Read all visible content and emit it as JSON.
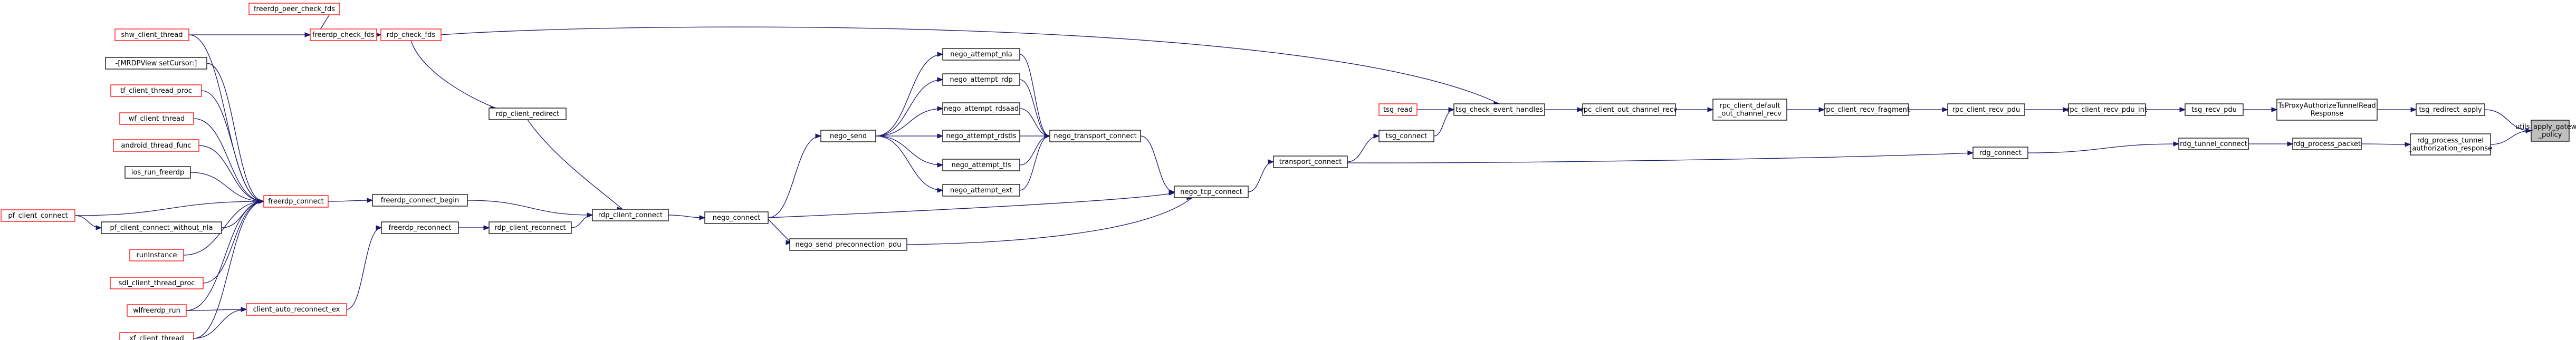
{
  "diagram": {
    "nodes": [
      {
        "id": "utils_apply_gateway_policy",
        "lines": [
          "utils_apply_gateway",
          "_policy"
        ],
        "style": "root"
      },
      {
        "id": "tsg_redirect_apply",
        "lines": [
          "tsg_redirect_apply"
        ],
        "style": "normal"
      },
      {
        "id": "rdg_process_tunnel_authorization_response",
        "lines": [
          "rdg_process_tunnel",
          "_authorization_response"
        ],
        "style": "normal"
      },
      {
        "id": "TsProxyAuthorizeTunnelReadResponse",
        "lines": [
          "TsProxyAuthorizeTunnelRead",
          "Response"
        ],
        "style": "normal"
      },
      {
        "id": "rdg_process_packet",
        "lines": [
          "rdg_process_packet"
        ],
        "style": "normal"
      },
      {
        "id": "tsg_recv_pdu",
        "lines": [
          "tsg_recv_pdu"
        ],
        "style": "normal"
      },
      {
        "id": "rdg_tunnel_connect",
        "lines": [
          "rdg_tunnel_connect"
        ],
        "style": "normal"
      },
      {
        "id": "rpc_client_recv_pdu_int",
        "lines": [
          "rpc_client_recv_pdu_int"
        ],
        "style": "normal"
      },
      {
        "id": "rdg_connect",
        "lines": [
          "rdg_connect"
        ],
        "style": "normal"
      },
      {
        "id": "rpc_client_recv_pdu",
        "lines": [
          "rpc_client_recv_pdu"
        ],
        "style": "normal"
      },
      {
        "id": "rpc_client_recv_fragment",
        "lines": [
          "rpc_client_recv_fragment"
        ],
        "style": "normal"
      },
      {
        "id": "rpc_client_default_out_channel_recv",
        "lines": [
          "rpc_client_default",
          "_out_channel_recv"
        ],
        "style": "normal"
      },
      {
        "id": "rpc_client_out_channel_recv",
        "lines": [
          "rpc_client_out_channel_recv"
        ],
        "style": "normal"
      },
      {
        "id": "tsg_check_event_handles",
        "lines": [
          "tsg_check_event_handles"
        ],
        "style": "normal"
      },
      {
        "id": "tsg_read",
        "lines": [
          "tsg_read"
        ],
        "style": "ext"
      },
      {
        "id": "tsg_connect",
        "lines": [
          "tsg_connect"
        ],
        "style": "normal"
      },
      {
        "id": "transport_connect",
        "lines": [
          "transport_connect"
        ],
        "style": "normal"
      },
      {
        "id": "nego_tcp_connect",
        "lines": [
          "nego_tcp_connect"
        ],
        "style": "normal"
      },
      {
        "id": "nego_transport_connect",
        "lines": [
          "nego_transport_connect"
        ],
        "style": "normal"
      },
      {
        "id": "nego_attempt_nla",
        "lines": [
          "nego_attempt_nla"
        ],
        "style": "normal"
      },
      {
        "id": "nego_attempt_rdp",
        "lines": [
          "nego_attempt_rdp"
        ],
        "style": "normal"
      },
      {
        "id": "nego_attempt_rdsaad",
        "lines": [
          "nego_attempt_rdsaad"
        ],
        "style": "normal"
      },
      {
        "id": "nego_attempt_rdstls",
        "lines": [
          "nego_attempt_rdstls"
        ],
        "style": "normal"
      },
      {
        "id": "nego_attempt_tls",
        "lines": [
          "nego_attempt_tls"
        ],
        "style": "normal"
      },
      {
        "id": "nego_attempt_ext",
        "lines": [
          "nego_attempt_ext"
        ],
        "style": "normal"
      },
      {
        "id": "nego_send",
        "lines": [
          "nego_send"
        ],
        "style": "normal"
      },
      {
        "id": "nego_connect",
        "lines": [
          "nego_connect"
        ],
        "style": "normal"
      },
      {
        "id": "nego_send_preconnection_pdu",
        "lines": [
          "nego_send_preconnection_pdu"
        ],
        "style": "normal"
      },
      {
        "id": "rdp_client_connect",
        "lines": [
          "rdp_client_connect"
        ],
        "style": "normal"
      },
      {
        "id": "rdp_client_redirect",
        "lines": [
          "rdp_client_redirect"
        ],
        "style": "normal"
      },
      {
        "id": "rdp_client_reconnect",
        "lines": [
          "rdp_client_reconnect"
        ],
        "style": "normal"
      },
      {
        "id": "rdp_check_fds",
        "lines": [
          "rdp_check_fds"
        ],
        "style": "ext"
      },
      {
        "id": "freerdp_check_fds",
        "lines": [
          "freerdp_check_fds"
        ],
        "style": "ext"
      },
      {
        "id": "freerdp_peer_check_fds",
        "lines": [
          "freerdp_peer_check_fds"
        ],
        "style": "ext"
      },
      {
        "id": "shw_client_thread",
        "lines": [
          "shw_client_thread"
        ],
        "style": "ext"
      },
      {
        "id": "freerdp_connect_begin",
        "lines": [
          "freerdp_connect_begin"
        ],
        "style": "normal"
      },
      {
        "id": "freerdp_reconnect",
        "lines": [
          "freerdp_reconnect"
        ],
        "style": "normal"
      },
      {
        "id": "freerdp_connect",
        "lines": [
          "freerdp_connect"
        ],
        "style": "ext"
      },
      {
        "id": "client_auto_reconnect_ex",
        "lines": [
          "client_auto_reconnect_ex"
        ],
        "style": "ext"
      },
      {
        "id": "MRDPView_setCursor",
        "lines": [
          "-[MRDPView setCursor:]"
        ],
        "style": "normal"
      },
      {
        "id": "tf_client_thread_proc",
        "lines": [
          "tf_client_thread_proc"
        ],
        "style": "ext"
      },
      {
        "id": "wf_client_thread",
        "lines": [
          "wf_client_thread"
        ],
        "style": "ext"
      },
      {
        "id": "android_thread_func",
        "lines": [
          "android_thread_func"
        ],
        "style": "ext"
      },
      {
        "id": "ios_run_freerdp",
        "lines": [
          "ios_run_freerdp"
        ],
        "style": "normal"
      },
      {
        "id": "pf_client_connect_without_nla",
        "lines": [
          "pf_client_connect_without_nla"
        ],
        "style": "normal"
      },
      {
        "id": "pf_client_connect",
        "lines": [
          "pf_client_connect"
        ],
        "style": "ext"
      },
      {
        "id": "runInstance",
        "lines": [
          "runInstance"
        ],
        "style": "ext"
      },
      {
        "id": "sdl_client_thread_proc",
        "lines": [
          "sdl_client_thread_proc"
        ],
        "style": "ext"
      },
      {
        "id": "wlfreerdp_run",
        "lines": [
          "wlfreerdp_run"
        ],
        "style": "ext"
      },
      {
        "id": "xf_client_thread",
        "lines": [
          "xf_client_thread"
        ],
        "style": "ext"
      }
    ],
    "edges": [
      {
        "from": "tsg_redirect_apply",
        "to": "utils_apply_gateway_policy"
      },
      {
        "from": "rdg_process_tunnel_authorization_response",
        "to": "utils_apply_gateway_policy"
      },
      {
        "from": "TsProxyAuthorizeTunnelReadResponse",
        "to": "tsg_redirect_apply"
      },
      {
        "from": "rdg_process_packet",
        "to": "rdg_process_tunnel_authorization_response"
      },
      {
        "from": "tsg_recv_pdu",
        "to": "TsProxyAuthorizeTunnelReadResponse"
      },
      {
        "from": "rdg_tunnel_connect",
        "to": "rdg_process_packet"
      },
      {
        "from": "rpc_client_recv_pdu_int",
        "to": "tsg_recv_pdu"
      },
      {
        "from": "rdg_connect",
        "to": "rdg_tunnel_connect"
      },
      {
        "from": "rpc_client_recv_pdu",
        "to": "rpc_client_recv_pdu_int"
      },
      {
        "from": "rpc_client_recv_fragment",
        "to": "rpc_client_recv_pdu"
      },
      {
        "from": "rpc_client_default_out_channel_recv",
        "to": "rpc_client_recv_fragment"
      },
      {
        "from": "rpc_client_out_channel_recv",
        "to": "rpc_client_default_out_channel_recv"
      },
      {
        "from": "tsg_check_event_handles",
        "to": "rpc_client_out_channel_recv"
      },
      {
        "from": "tsg_read",
        "to": "tsg_check_event_handles"
      },
      {
        "from": "tsg_connect",
        "to": "tsg_check_event_handles"
      },
      {
        "from": "rdp_check_fds",
        "to": "tsg_check_event_handles"
      },
      {
        "from": "transport_connect",
        "to": "tsg_connect"
      },
      {
        "from": "transport_connect",
        "to": "rdg_connect"
      },
      {
        "from": "nego_tcp_connect",
        "to": "transport_connect"
      },
      {
        "from": "nego_transport_connect",
        "to": "nego_tcp_connect"
      },
      {
        "from": "nego_connect",
        "to": "nego_tcp_connect"
      },
      {
        "from": "nego_send_preconnection_pdu",
        "to": "nego_tcp_connect"
      },
      {
        "from": "nego_attempt_nla",
        "to": "nego_transport_connect"
      },
      {
        "from": "nego_attempt_rdp",
        "to": "nego_transport_connect"
      },
      {
        "from": "nego_attempt_rdsaad",
        "to": "nego_transport_connect"
      },
      {
        "from": "nego_attempt_rdstls",
        "to": "nego_transport_connect"
      },
      {
        "from": "nego_attempt_tls",
        "to": "nego_transport_connect"
      },
      {
        "from": "nego_attempt_ext",
        "to": "nego_transport_connect"
      },
      {
        "from": "nego_send",
        "to": "nego_attempt_nla"
      },
      {
        "from": "nego_send",
        "to": "nego_attempt_rdp"
      },
      {
        "from": "nego_send",
        "to": "nego_attempt_rdsaad"
      },
      {
        "from": "nego_send",
        "to": "nego_attempt_rdstls"
      },
      {
        "from": "nego_send",
        "to": "nego_attempt_tls"
      },
      {
        "from": "nego_send",
        "to": "nego_attempt_ext"
      },
      {
        "from": "nego_connect",
        "to": "nego_send"
      },
      {
        "from": "nego_connect",
        "to": "nego_send_preconnection_pdu"
      },
      {
        "from": "rdp_client_connect",
        "to": "nego_connect"
      },
      {
        "from": "rdp_client_redirect",
        "to": "rdp_client_connect"
      },
      {
        "from": "rdp_client_reconnect",
        "to": "rdp_client_connect"
      },
      {
        "from": "freerdp_connect_begin",
        "to": "rdp_client_connect"
      },
      {
        "from": "rdp_check_fds",
        "to": "rdp_client_redirect"
      },
      {
        "from": "freerdp_reconnect",
        "to": "rdp_client_reconnect"
      },
      {
        "from": "freerdp_check_fds",
        "to": "rdp_check_fds"
      },
      {
        "from": "freerdp_peer_check_fds",
        "to": "freerdp_check_fds"
      },
      {
        "from": "shw_client_thread",
        "to": "freerdp_check_fds"
      },
      {
        "from": "freerdp_connect",
        "to": "freerdp_connect_begin"
      },
      {
        "from": "client_auto_reconnect_ex",
        "to": "freerdp_reconnect"
      },
      {
        "from": "shw_client_thread",
        "to": "freerdp_connect"
      },
      {
        "from": "MRDPView_setCursor",
        "to": "freerdp_connect"
      },
      {
        "from": "tf_client_thread_proc",
        "to": "freerdp_connect"
      },
      {
        "from": "wf_client_thread",
        "to": "freerdp_connect"
      },
      {
        "from": "android_thread_func",
        "to": "freerdp_connect"
      },
      {
        "from": "ios_run_freerdp",
        "to": "freerdp_connect"
      },
      {
        "from": "pf_client_connect_without_nla",
        "to": "freerdp_connect"
      },
      {
        "from": "pf_client_connect",
        "to": "freerdp_connect"
      },
      {
        "from": "pf_client_connect",
        "to": "pf_client_connect_without_nla"
      },
      {
        "from": "runInstance",
        "to": "freerdp_connect"
      },
      {
        "from": "sdl_client_thread_proc",
        "to": "freerdp_connect"
      },
      {
        "from": "wlfreerdp_run",
        "to": "freerdp_connect"
      },
      {
        "from": "wlfreerdp_run",
        "to": "client_auto_reconnect_ex"
      },
      {
        "from": "xf_client_thread",
        "to": "freerdp_connect"
      },
      {
        "from": "xf_client_thread",
        "to": "client_auto_reconnect_ex"
      }
    ]
  }
}
